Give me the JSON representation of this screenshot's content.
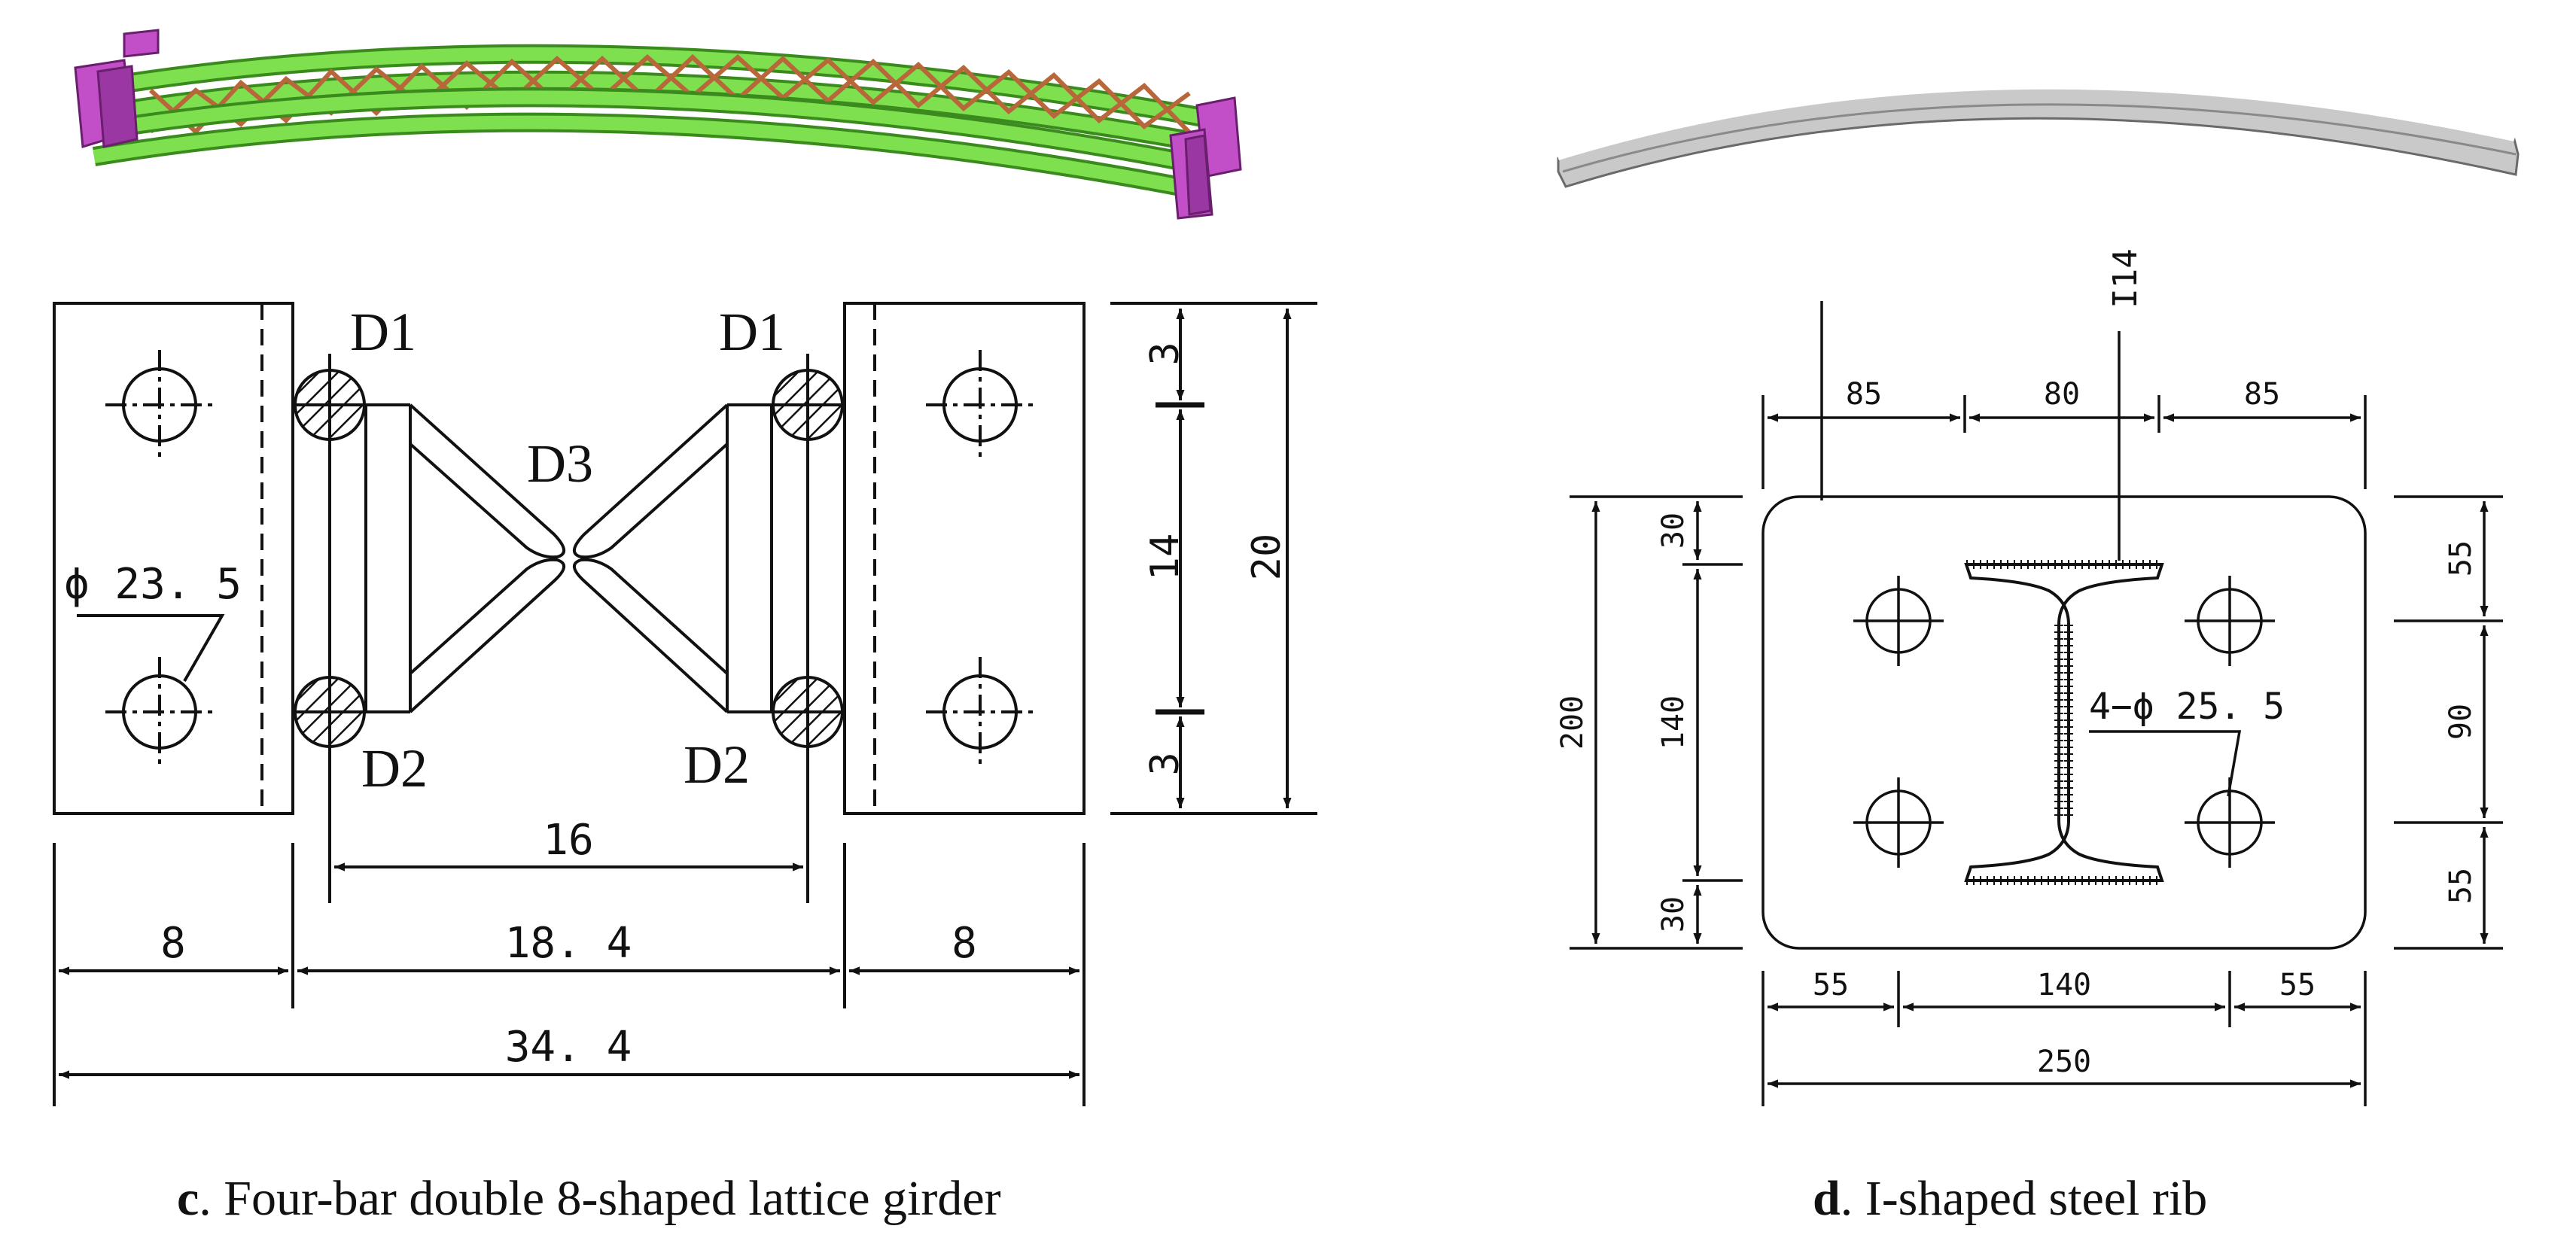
{
  "lattice_girder": {
    "labels": {
      "d1": "D1",
      "d2": "D2",
      "d3": "D3"
    },
    "hole_diameter": "ϕ 23. 5",
    "dims_vertical": {
      "top": "3",
      "middle": "14",
      "bottom": "3",
      "total": "20"
    },
    "dims_horizontal": {
      "inner": "16",
      "left": "8",
      "center": "18. 4",
      "right": "8",
      "total": "34. 4"
    }
  },
  "steel_rib": {
    "section": "I14",
    "top_dims": {
      "left": "85",
      "middle": "80",
      "right": "85"
    },
    "left_dims": {
      "total": "200",
      "top": "30",
      "middle": "140",
      "bottom": "30"
    },
    "right_dims": {
      "top": "55",
      "middle": "90",
      "bottom": "55"
    },
    "bottom_dims": {
      "left": "55",
      "middle": "140",
      "right": "55",
      "total": "250"
    },
    "bolt_holes": "4−ϕ 25. 5"
  },
  "captions": {
    "c": {
      "letter": "c",
      "text": ". Four-bar double 8-shaped lattice girder"
    },
    "d": {
      "letter": "d",
      "text": ". I-shaped steel rib"
    }
  },
  "colors": {
    "tube": "#7ee04f",
    "tube_edge": "#3a8a1e",
    "plate": "#c24fc7",
    "lacing": "#b8673a",
    "rib": "#c9c9c9"
  }
}
